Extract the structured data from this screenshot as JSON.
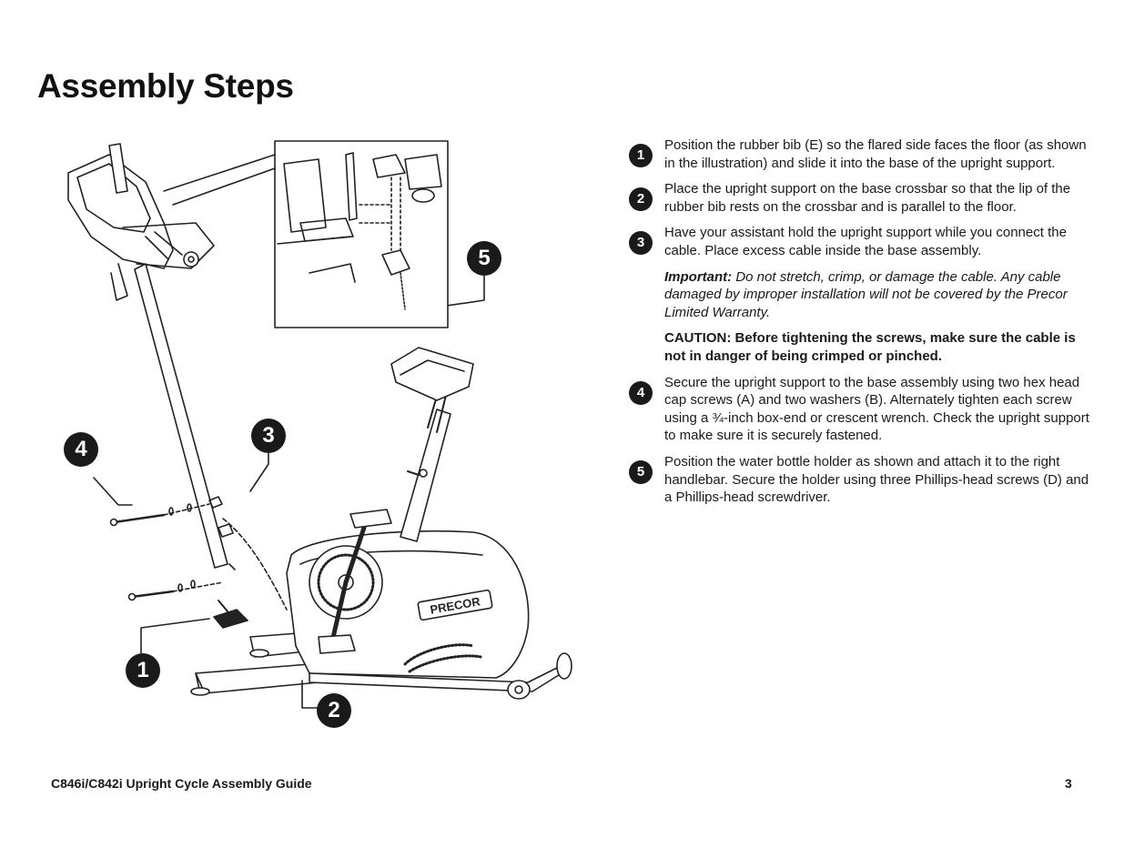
{
  "title": "Assembly Steps",
  "steps": [
    {
      "number": "1",
      "text": "Position the rubber bib (E) so the flared side faces the floor (as shown in the illustration) and slide it into the base of the upright support."
    },
    {
      "number": "2",
      "text": "Place the upright support on the base crossbar so that the lip of the rubber bib rests on the crossbar and is parallel to the floor."
    },
    {
      "number": "3",
      "text": "Have your assistant hold the upright support while you connect the cable. Place excess cable inside the base assembly."
    },
    {
      "number": "4",
      "text": "Secure the upright support to the base assembly using two hex head cap screws (A) and two washers (B). Alternately tighten each screw using a ¾-inch box-end or crescent wrench. Check the upright support to make sure it is securely fastened."
    },
    {
      "number": "5",
      "text": "Position the water bottle holder as shown and attach it to the right handlebar. Secure the holder using three Phillips-head screws (D) and a Phillips-head screwdriver."
    }
  ],
  "important": {
    "lead": "Important:",
    "body": "Do not stretch, crimp, or damage the cable. Any cable damaged by improper installation will not be covered by the Precor Limited Warranty."
  },
  "caution": "CAUTION: Before tightening the screws, make sure the cable is not in danger of being crimped or pinched.",
  "illustration": {
    "brand": "PRECOR",
    "callouts": [
      "1",
      "2",
      "3",
      "4",
      "5"
    ]
  },
  "footer": {
    "guide_title": "C846i/C842i Upright Cycle Assembly Guide",
    "page_number": "3"
  }
}
